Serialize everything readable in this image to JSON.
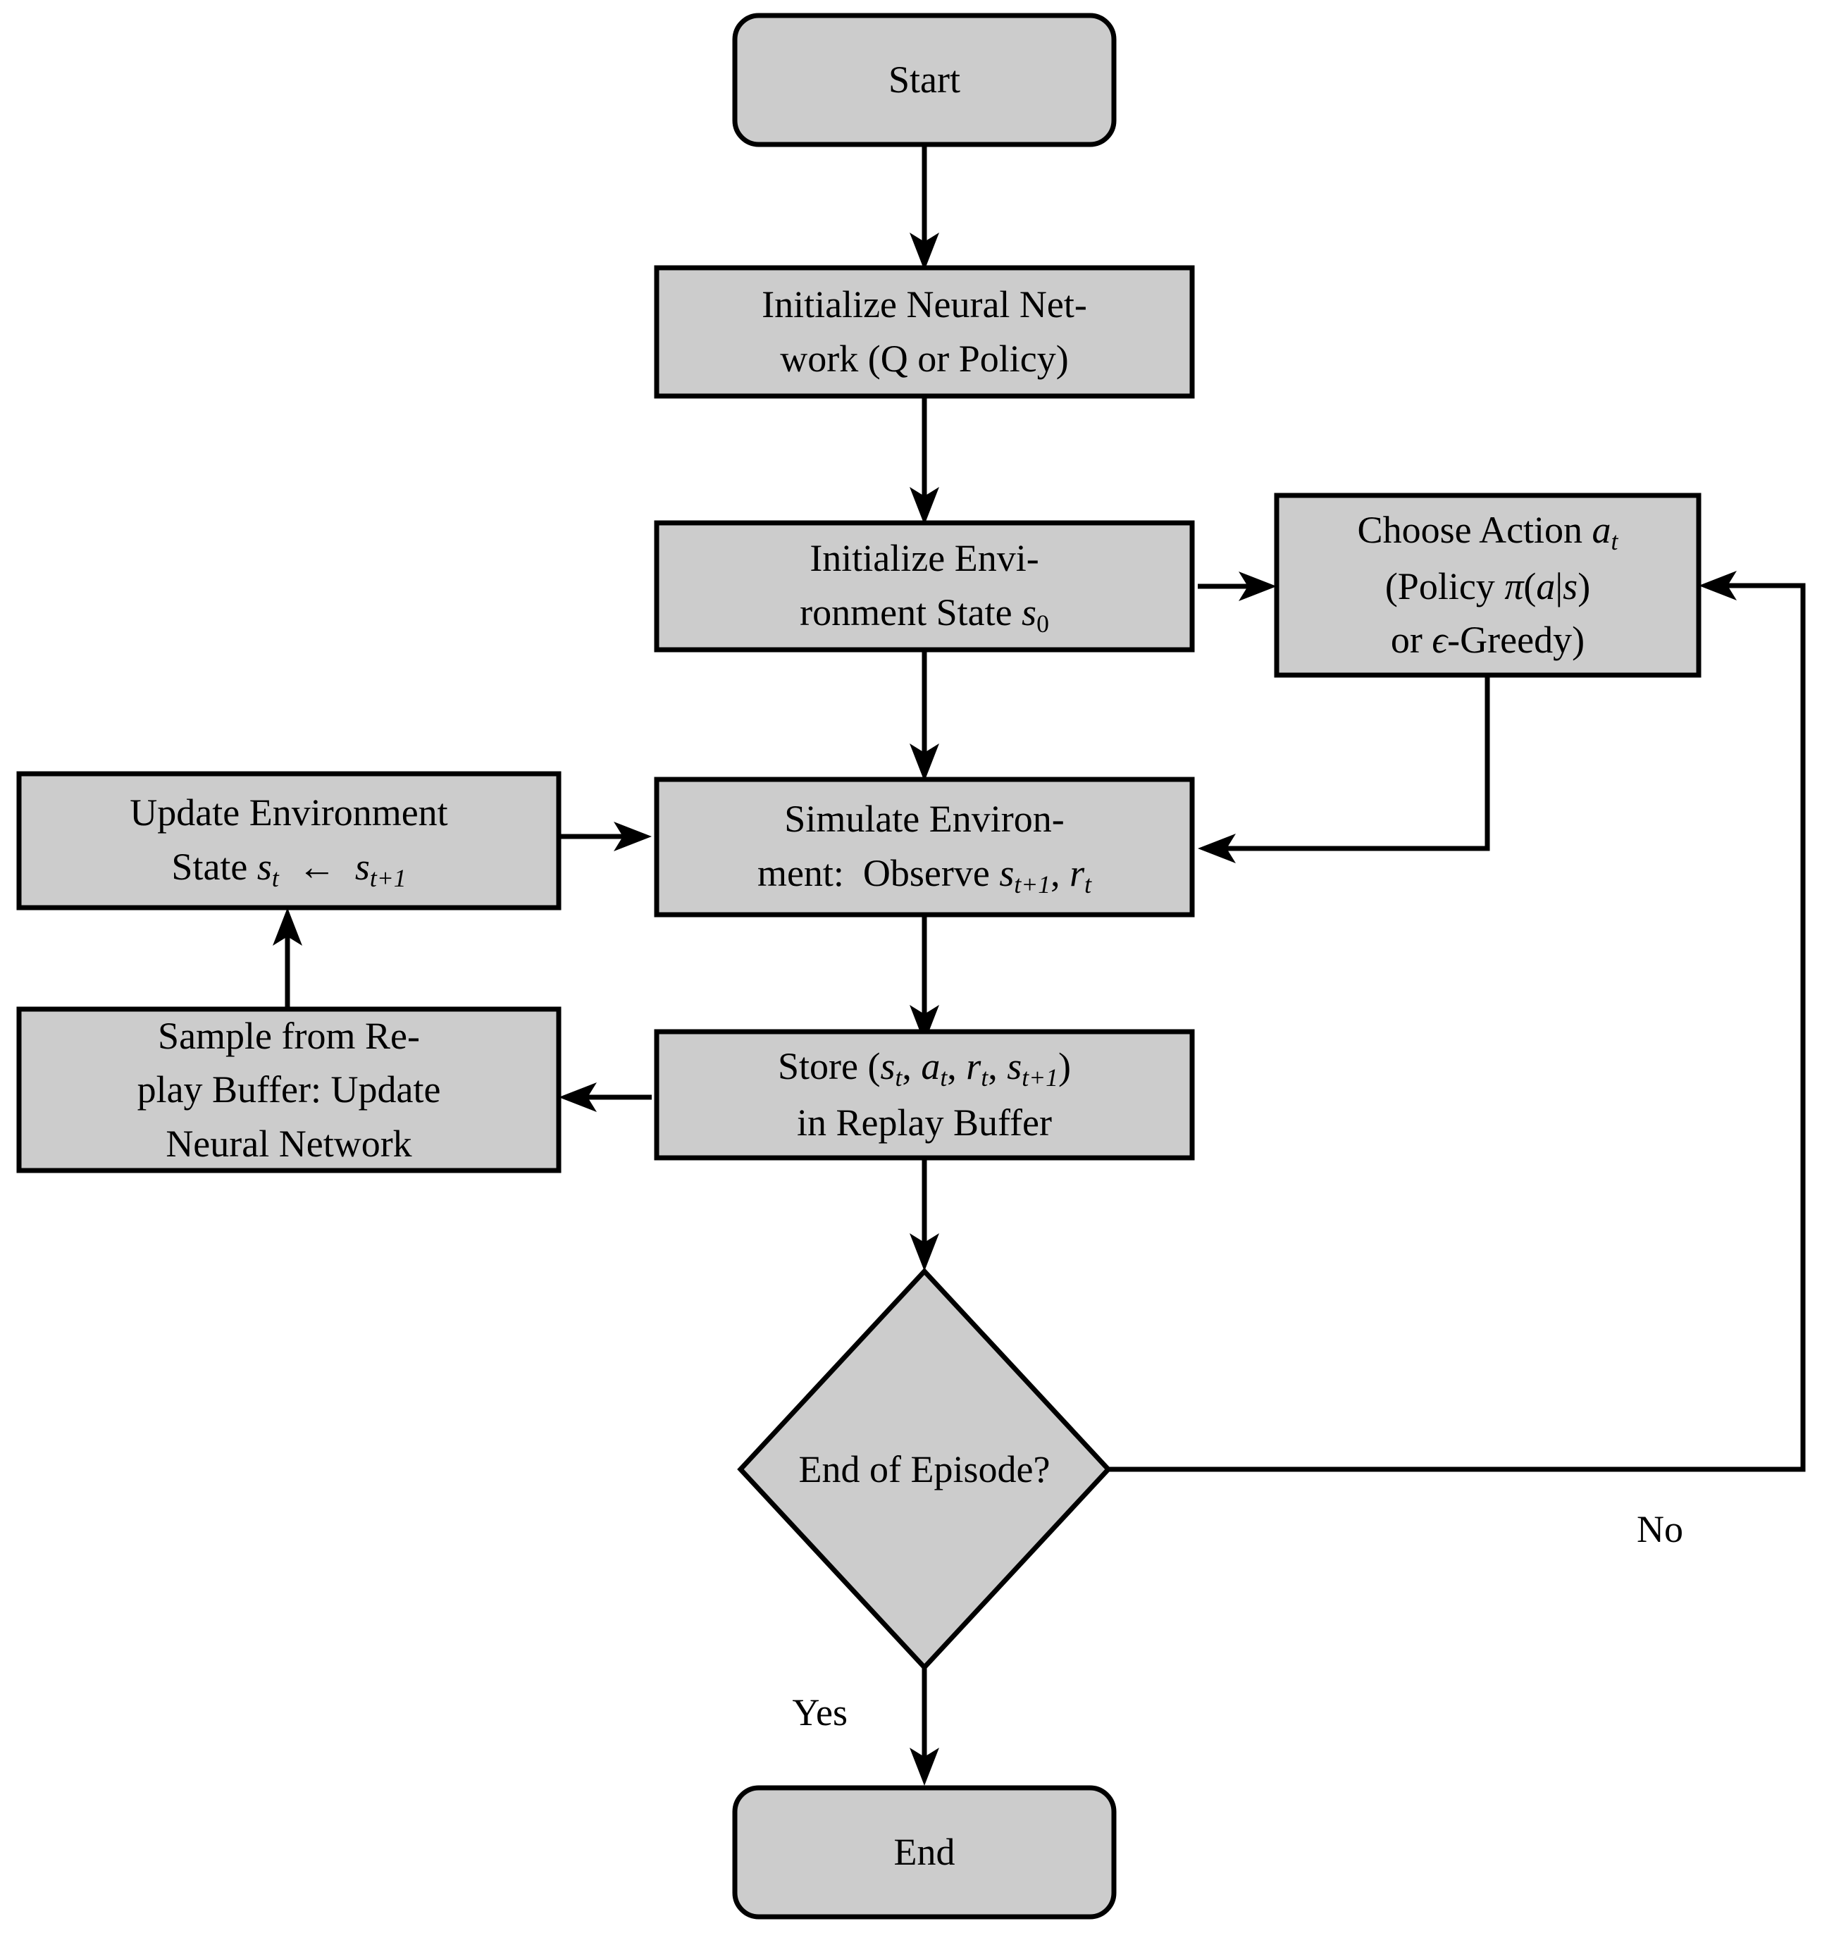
{
  "diagram": {
    "title": "Reinforcement Learning Training Loop Flowchart",
    "colors": {
      "node_fill": "#cccccc",
      "node_stroke": "#000000",
      "edge_stroke": "#000000",
      "background": "#ffffff",
      "text": "#000000"
    },
    "nodes": [
      {
        "id": "start",
        "shape": "rounded-rectangle",
        "label": "Start",
        "lines": [
          "Start"
        ]
      },
      {
        "id": "init-network",
        "shape": "rectangle",
        "label": "Initialize Neural Network (Q or Policy)",
        "lines": [
          "Initialize Neural Net-",
          "work (Q or Policy)"
        ]
      },
      {
        "id": "init-env",
        "shape": "rectangle",
        "label": "Initialize Environment State s0",
        "lines": [
          "Initialize Envi-",
          "ronment State s0"
        ]
      },
      {
        "id": "choose-action",
        "shape": "rectangle",
        "label": "Choose Action at (Policy pi(a|s) or epsilon-Greedy)",
        "lines": [
          "Choose Action at",
          "(Policy π(a|s)",
          "or ϵ-Greedy)"
        ]
      },
      {
        "id": "simulate-env",
        "shape": "rectangle",
        "label": "Simulate Environment: Observe st+1, rt",
        "lines": [
          "Simulate Environ-",
          "ment:  Observe st+1, rt"
        ]
      },
      {
        "id": "update-env-state",
        "shape": "rectangle",
        "label": "Update Environment State st <- st+1",
        "lines": [
          "Update Environment",
          "State st ← st+1"
        ]
      },
      {
        "id": "store-transition",
        "shape": "rectangle",
        "label": "Store (st, at, rt, st+1) in Replay Buffer",
        "lines": [
          "Store (st, at, rt, st+1)",
          "in Replay Buffer"
        ]
      },
      {
        "id": "sample-replay",
        "shape": "rectangle",
        "label": "Sample from Replay Buffer: Update Neural Network",
        "lines": [
          "Sample from Re-",
          "play Buffer: Update",
          "Neural Network"
        ]
      },
      {
        "id": "end-of-episode",
        "shape": "diamond",
        "label": "End of Episode?",
        "lines": [
          "End of Episode?"
        ]
      },
      {
        "id": "end",
        "shape": "rounded-rectangle",
        "label": "End",
        "lines": [
          "End"
        ]
      }
    ],
    "edges": [
      {
        "id": "start-to-init-network",
        "from": "start",
        "to": "init-network",
        "label": ""
      },
      {
        "id": "init-network-to-init-env",
        "from": "init-network",
        "to": "init-env",
        "label": ""
      },
      {
        "id": "init-env-to-choose-action",
        "from": "init-env",
        "to": "choose-action",
        "label": ""
      },
      {
        "id": "init-env-to-simulate-env",
        "from": "init-env",
        "to": "simulate-env",
        "label": ""
      },
      {
        "id": "choose-action-to-simulate-env",
        "from": "choose-action",
        "to": "simulate-env",
        "label": ""
      },
      {
        "id": "simulate-env-to-store",
        "from": "simulate-env",
        "to": "store-transition",
        "label": ""
      },
      {
        "id": "store-to-sample",
        "from": "store-transition",
        "to": "sample-replay",
        "label": ""
      },
      {
        "id": "sample-to-update-env-state",
        "from": "sample-replay",
        "to": "update-env-state",
        "label": ""
      },
      {
        "id": "update-env-state-to-simulate-env",
        "from": "update-env-state",
        "to": "simulate-env",
        "label": ""
      },
      {
        "id": "store-to-end-of-episode",
        "from": "store-transition",
        "to": "end-of-episode",
        "label": ""
      },
      {
        "id": "end-of-episode-to-end",
        "from": "end-of-episode",
        "to": "end",
        "label": "Yes"
      },
      {
        "id": "end-of-episode-to-choose-action",
        "from": "end-of-episode",
        "to": "choose-action",
        "label": "No"
      }
    ],
    "edge_labels": {
      "yes": "Yes",
      "no": "No"
    },
    "math_symbols": {
      "pi": "π",
      "epsilon": "ϵ",
      "left_arrow": "←"
    }
  }
}
